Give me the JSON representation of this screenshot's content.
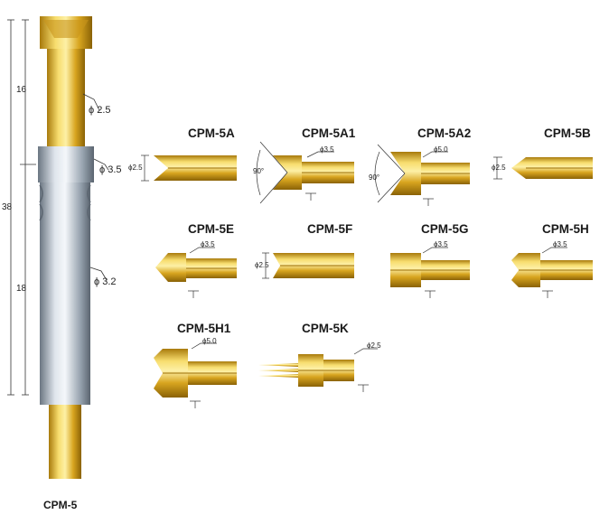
{
  "main_probe": {
    "name": "CPM-5",
    "overall_length": "38",
    "upper_length": "16",
    "lower_length": "18",
    "plunger_diameter": "ϕ 2.5",
    "barrel_diameter": "ϕ 3.5",
    "body_diameter": "ϕ 3.2"
  },
  "tips": [
    {
      "name": "CPM-5A",
      "dim": "ϕ2.5"
    },
    {
      "name": "CPM-5A1",
      "dim": "ϕ3.5",
      "angle": "90°"
    },
    {
      "name": "CPM-5A2",
      "dim": "ϕ5.0",
      "angle": "90°"
    },
    {
      "name": "CPM-5B",
      "dim": "ϕ2.5"
    },
    {
      "name": "CPM-5E",
      "dim": "ϕ3.5"
    },
    {
      "name": "CPM-5F",
      "dim": "ϕ2.5"
    },
    {
      "name": "CPM-5G",
      "dim": "ϕ3.5"
    },
    {
      "name": "CPM-5H",
      "dim": "ϕ3.5"
    },
    {
      "name": "CPM-5H1",
      "dim": "ϕ5.0"
    },
    {
      "name": "CPM-5K",
      "dim": "ϕ2.5"
    }
  ],
  "colors": {
    "gold_light": "#f8e27a",
    "gold_mid": "#e3b82a",
    "gold_dark": "#9c6f08",
    "silver_light": "#eef2f6",
    "silver_mid": "#aeb9c4",
    "silver_dark": "#6b7682"
  }
}
